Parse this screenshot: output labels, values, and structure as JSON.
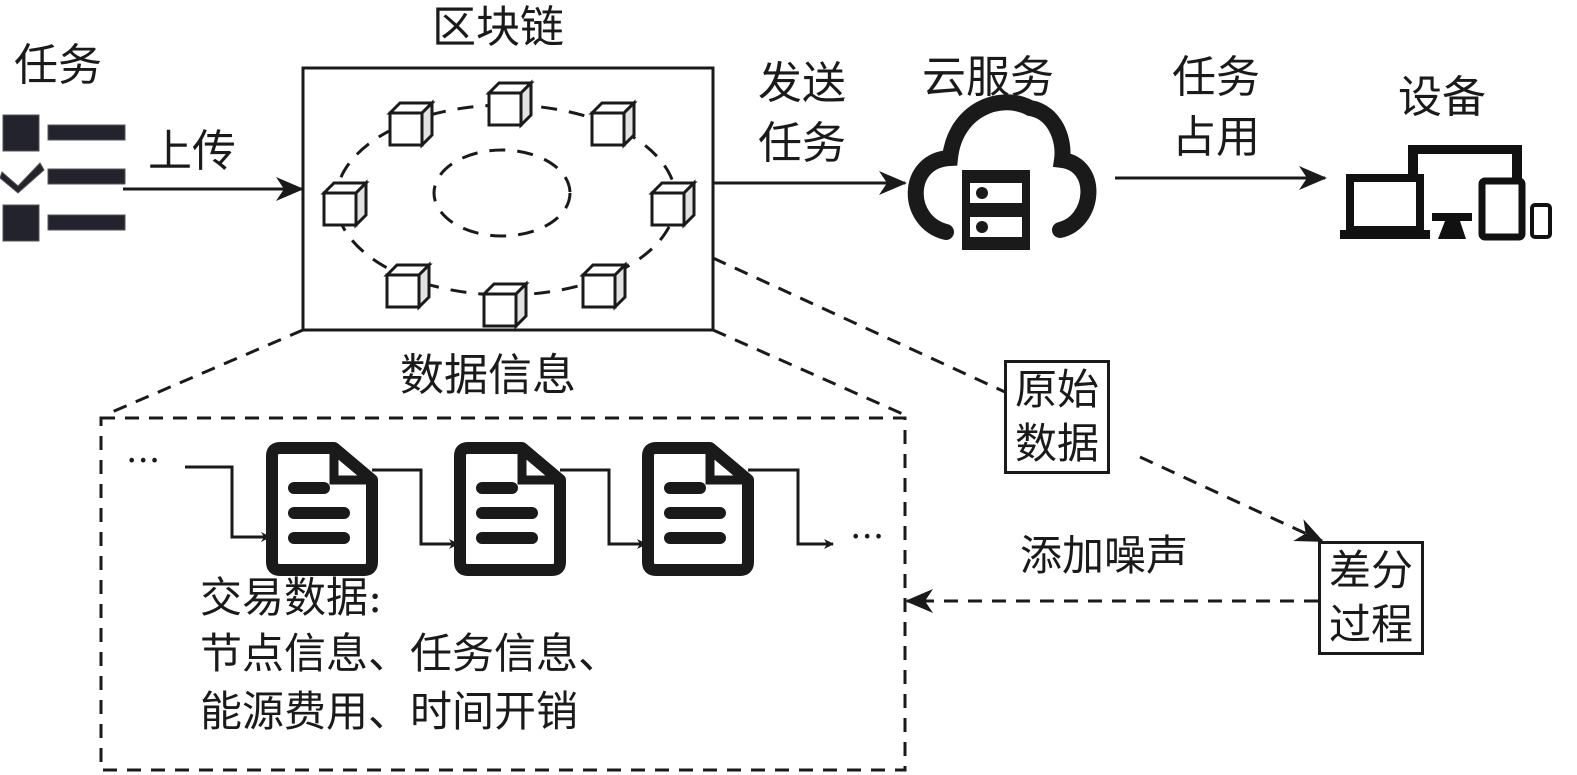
{
  "title": "区块链任务分配与差分隐私数据保护示意图",
  "nodes": {
    "task": {
      "label": "任务",
      "icon": "task-checklist-icon"
    },
    "blockchain": {
      "label": "区块链",
      "block_count": 8,
      "icon": "blockchain-cubes-icon"
    },
    "cloud": {
      "label": "云服务",
      "icon": "cloud-server-icon"
    },
    "devices": {
      "label": "设备",
      "icon": "devices-icon"
    },
    "data_info": {
      "label": "数据信息"
    },
    "raw_data": {
      "line1": "原始",
      "line2": "数据"
    },
    "diff_process": {
      "line1": "差分",
      "line2": "过程"
    }
  },
  "edges": {
    "upload": {
      "label": "上传"
    },
    "send_task": {
      "line1": "发送",
      "line2": "任务"
    },
    "task_occupy": {
      "line1": "任务",
      "line2": "占用"
    },
    "add_noise": {
      "label": "添加噪声"
    }
  },
  "chain": {
    "ellipsis_left": "···",
    "ellipsis_right": "···",
    "document_count": 3,
    "document_icon": "document-icon"
  },
  "transaction": {
    "title": "交易数据:",
    "line1": "节点信息、任务信息、",
    "line2": "能源费用、时间开销"
  }
}
